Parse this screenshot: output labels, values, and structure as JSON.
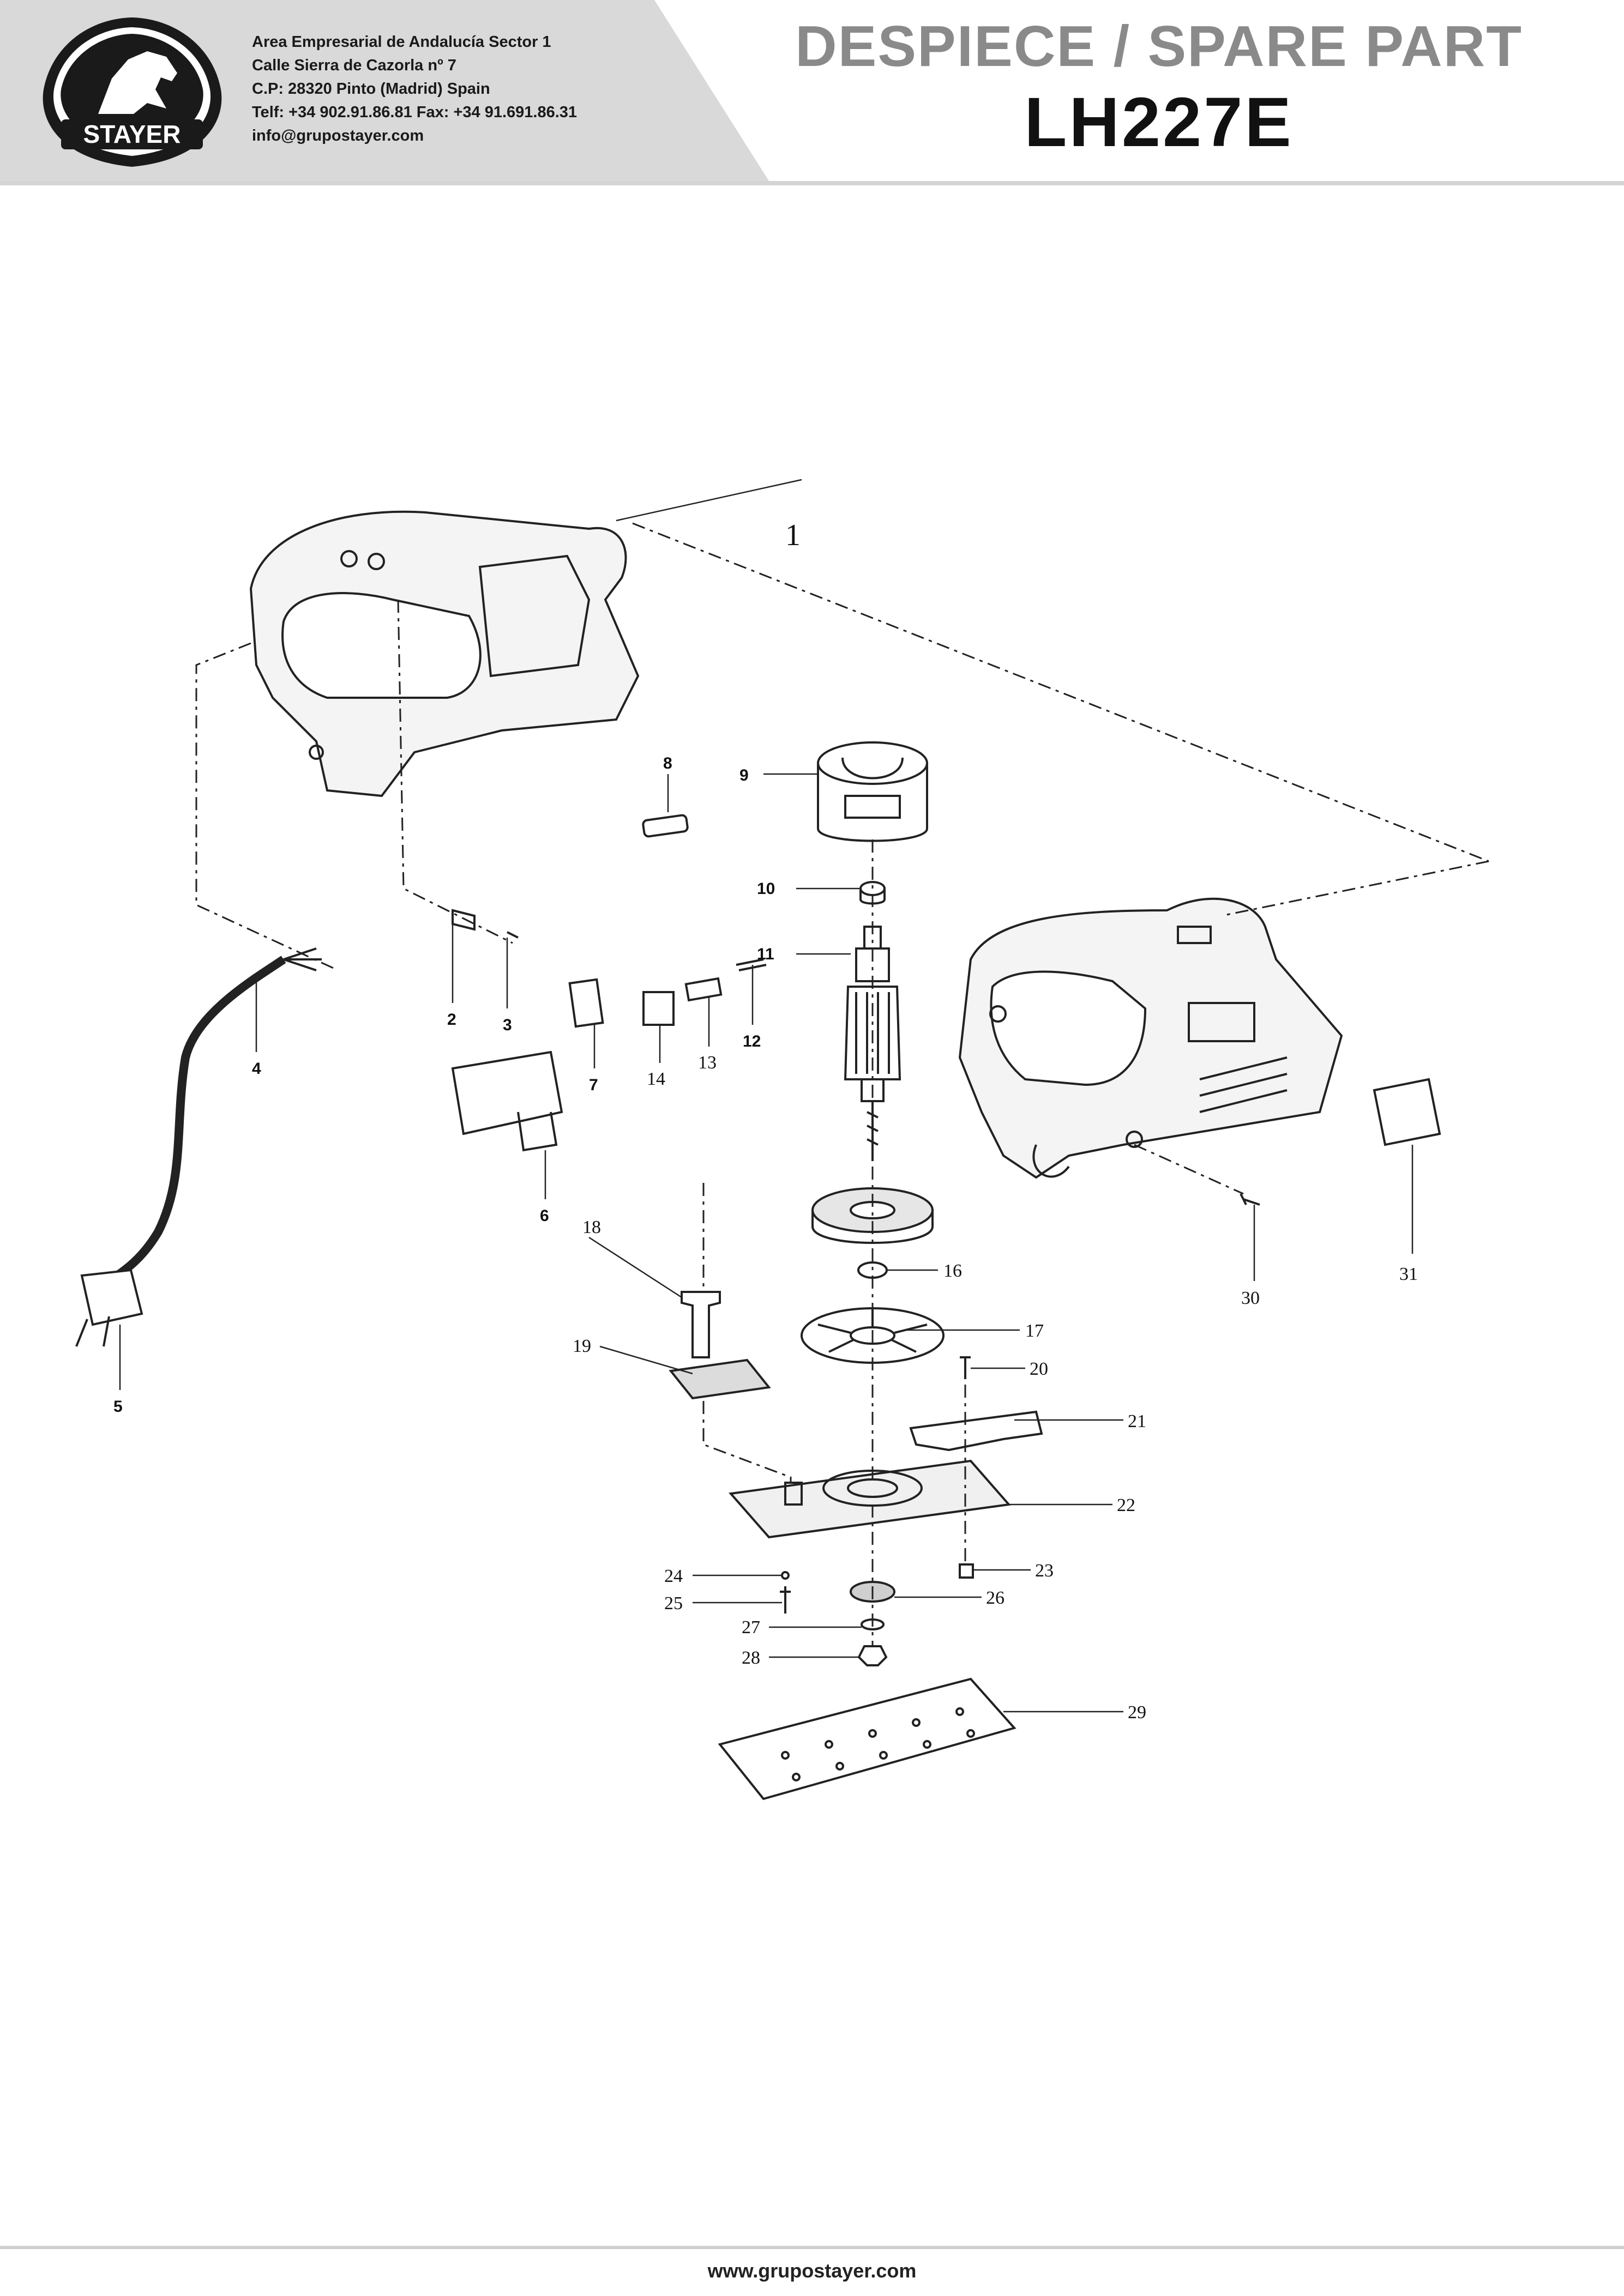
{
  "header": {
    "company_lines": [
      "Area Empresarial de Andalucía Sector 1",
      "Calle Sierra de Cazorla nº 7",
      "C.P: 28320 Pinto (Madrid) Spain",
      "Telf: +34 902.91.86.81 Fax: +34 91.691.86.31",
      "info@grupostayer.com"
    ],
    "logo_text": "STAYER",
    "title": "DESPIECE / SPARE PART",
    "model": "LH227E"
  },
  "diagram": {
    "part_labels": [
      "1",
      "2",
      "3",
      "4",
      "5",
      "6",
      "7",
      "8",
      "9",
      "10",
      "11",
      "12",
      "13",
      "14",
      "16",
      "17",
      "18",
      "19",
      "20",
      "21",
      "22",
      "23",
      "24",
      "25",
      "26",
      "27",
      "28",
      "29",
      "30",
      "31"
    ]
  },
  "footer": {
    "website": "www.grupostayer.com"
  },
  "colors": {
    "header_grey": "#d9d9d9",
    "title_grey": "#8a8a8a"
  }
}
